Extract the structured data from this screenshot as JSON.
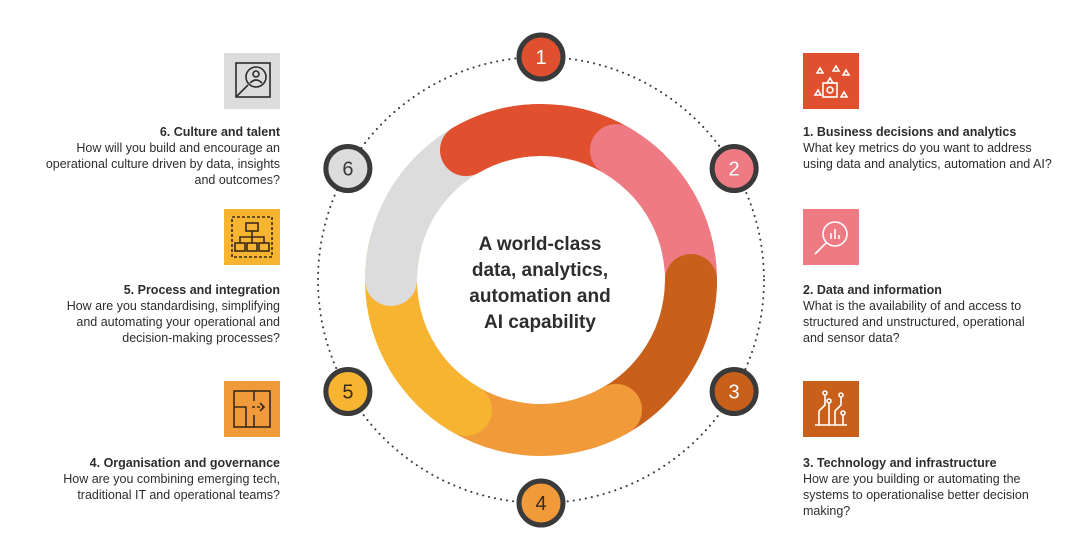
{
  "center_title": [
    "A world-class",
    "data, analytics,",
    "automation and",
    "AI capability"
  ],
  "colors": {
    "red": "#e0502f",
    "pink": "#ee7a84",
    "rust": "#c8601c",
    "orange": "#f09a3a",
    "yellow": "#f7b431",
    "grey": "#dcdcdc",
    "dark_ring": "#3a3a3a",
    "text": "#2d2d2d"
  },
  "segments": [
    {
      "label": "1",
      "heading": "1. Business decisions and analytics",
      "question": [
        "What key metrics do you want to address",
        "using data and analytics, automation and AI?"
      ],
      "icon": "analytics-icon"
    },
    {
      "label": "2",
      "heading": "2. Data and information",
      "question": [
        "What is the availability of and access to",
        "structured and unstructured, operational",
        "and sensor data?"
      ],
      "icon": "magnifier-chart-icon"
    },
    {
      "label": "3",
      "heading": "3. Technology and infrastructure",
      "question": [
        "How are you building or automating the",
        "systems to operationalise better decision",
        "making?"
      ],
      "icon": "circuit-icon"
    },
    {
      "label": "4",
      "heading": "4. Organisation and governance",
      "question": [
        "How are you combining emerging tech,",
        "traditional IT and operational teams?"
      ],
      "icon": "floorplan-icon"
    },
    {
      "label": "5",
      "heading": "5. Process and integration",
      "question": [
        "How are you standardising, simplifying",
        "and automating your operational and",
        "decision-making processes?"
      ],
      "icon": "org-chart-icon"
    },
    {
      "label": "6",
      "heading": "6. Culture and talent",
      "question": [
        "How will you build and encourage an",
        "operational culture driven by data, insights",
        "and outcomes?"
      ],
      "icon": "person-search-icon"
    }
  ]
}
